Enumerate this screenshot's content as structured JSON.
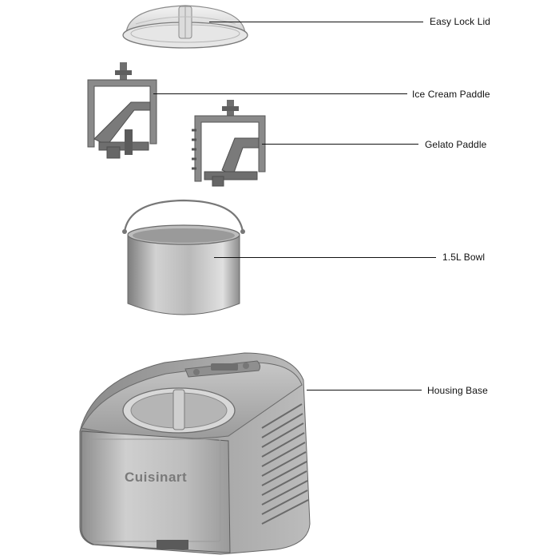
{
  "diagram": {
    "labels": {
      "lid": "Easy Lock Lid",
      "ice_cream_paddle": "Ice Cream Paddle",
      "gelato_paddle": "Gelato Paddle",
      "bowl": "1.5L Bowl",
      "housing_base": "Housing Base"
    },
    "brand": "Cuisinart",
    "colors": {
      "line": "#111111",
      "metal_light": "#d9d9d9",
      "metal_mid": "#a9a9a9",
      "metal_dark": "#6f6f6f",
      "paddle_grey": "#7d7d7d"
    }
  }
}
